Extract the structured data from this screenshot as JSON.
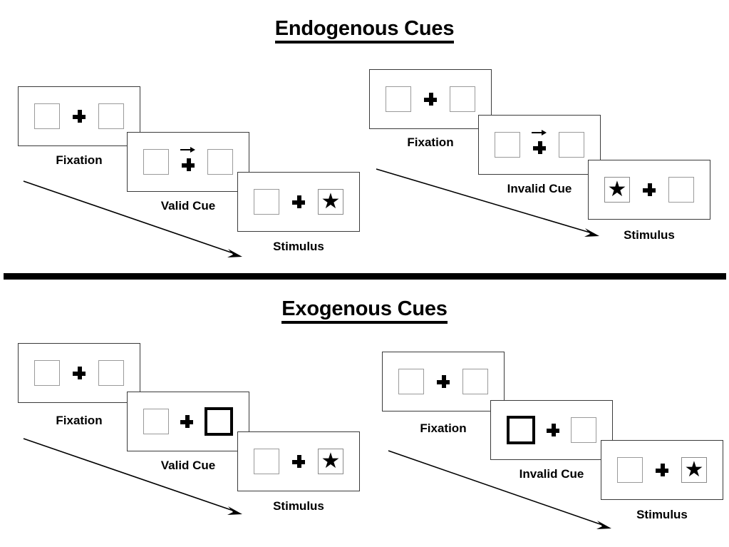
{
  "figure": {
    "title_endogenous": "Endogenous Cues",
    "title_exogenous": "Exogenous Cues",
    "divider_color": "#000000",
    "frame_border_color": "#3a3a3a",
    "box_border_color": "#9a9a9a",
    "cue_highlight_color": "#000000",
    "star_glyph": "★",
    "plus_glyph": "✚",
    "arrow_glyph": "→"
  },
  "sections": [
    {
      "id": "endogenous",
      "title": "Endogenous Cues",
      "columns": [
        {
          "id": "endogenous-valid",
          "panels": [
            {
              "label": "Fixation",
              "left_box": "plain",
              "right_box": "plain",
              "cue": "none",
              "star": "none"
            },
            {
              "label": "Valid Cue",
              "left_box": "plain",
              "right_box": "plain",
              "cue": "arrow-right",
              "star": "none"
            },
            {
              "label": "Stimulus",
              "left_box": "plain",
              "right_box": "star",
              "cue": "none",
              "star": "right"
            }
          ]
        },
        {
          "id": "endogenous-invalid",
          "panels": [
            {
              "label": "Fixation",
              "left_box": "plain",
              "right_box": "plain",
              "cue": "none",
              "star": "none"
            },
            {
              "label": "Invalid Cue",
              "left_box": "plain",
              "right_box": "plain",
              "cue": "arrow-right",
              "star": "none"
            },
            {
              "label": "Stimulus",
              "left_box": "star",
              "right_box": "plain",
              "cue": "none",
              "star": "left"
            }
          ]
        }
      ]
    },
    {
      "id": "exogenous",
      "title": "Exogenous Cues",
      "columns": [
        {
          "id": "exogenous-valid",
          "panels": [
            {
              "label": "Fixation",
              "left_box": "plain",
              "right_box": "plain",
              "cue": "none",
              "star": "none"
            },
            {
              "label": "Valid Cue",
              "left_box": "plain",
              "right_box": "highlighted",
              "cue": "box-right",
              "star": "none"
            },
            {
              "label": "Stimulus",
              "left_box": "plain",
              "right_box": "star",
              "cue": "none",
              "star": "right"
            }
          ]
        },
        {
          "id": "exogenous-invalid",
          "panels": [
            {
              "label": "Fixation",
              "left_box": "plain",
              "right_box": "plain",
              "cue": "none",
              "star": "none"
            },
            {
              "label": "Invalid Cue",
              "left_box": "highlighted",
              "right_box": "plain",
              "cue": "box-left",
              "star": "none"
            },
            {
              "label": "Stimulus",
              "left_box": "plain",
              "right_box": "star",
              "cue": "none",
              "star": "right"
            }
          ]
        }
      ]
    }
  ],
  "labels": {
    "endo_valid_fixation": "Fixation",
    "endo_valid_cue": "Valid Cue",
    "endo_valid_stimulus": "Stimulus",
    "endo_invalid_fixation": "Fixation",
    "endo_invalid_cue": "Invalid Cue",
    "endo_invalid_stimulus": "Stimulus",
    "exo_valid_fixation": "Fixation",
    "exo_valid_cue": "Valid Cue",
    "exo_valid_stimulus": "Stimulus",
    "exo_invalid_fixation": "Fixation",
    "exo_invalid_cue": "Invalid Cue",
    "exo_invalid_stimulus": "Stimulus"
  }
}
